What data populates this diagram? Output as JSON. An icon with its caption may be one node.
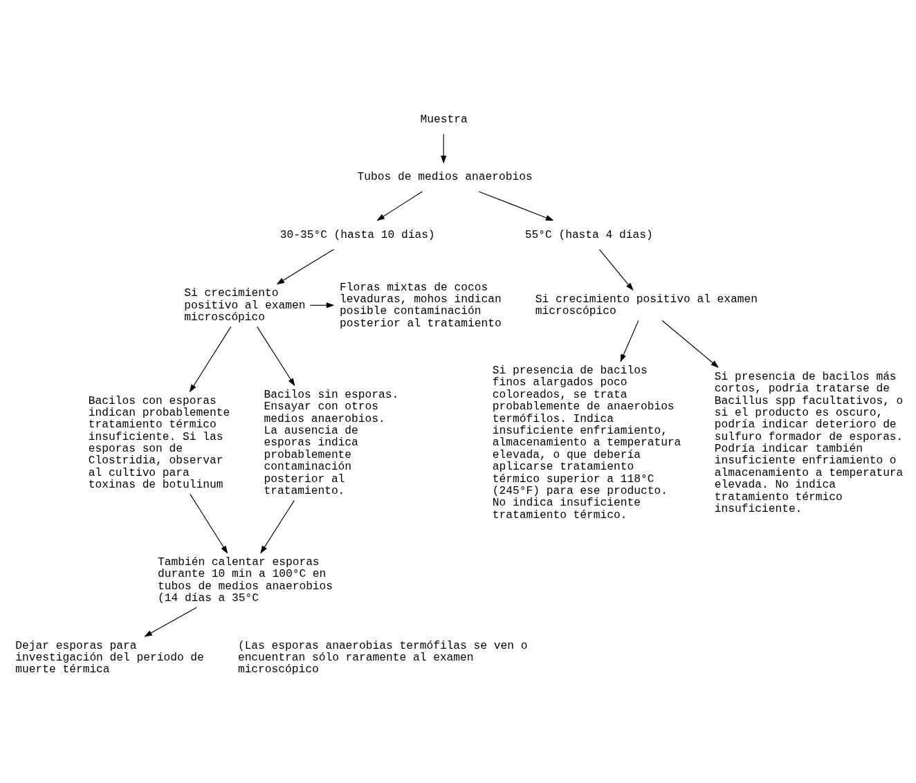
{
  "diagram": {
    "nodes": [
      {
        "text": [
          "Muestra"
        ]
      },
      {
        "text": [
          "Tubos de medios anaerobios"
        ]
      },
      {
        "text": [
          "30-35°C (hasta 10 días)"
        ]
      },
      {
        "text": [
          "55°C (hasta 4 días)"
        ]
      },
      {
        "text": [
          "Si crecimiento positivo al examen microscópico"
        ]
      },
      {
        "text": [
          "Floras mixtas de cocos levaduras, mohos indican posible contaminación posterior al tratamiento"
        ]
      },
      {
        "text": [
          "Si crecimiento positivo al examen microscópico"
        ]
      },
      {
        "text": [
          "Bacilos con esporas indican probablemente tratamiento térmico insuficiente. Si las esporas son de Clostridia, observar al cultivo para toxinas de botulinum"
        ]
      },
      {
        "text": [
          "Bacilos sin esporas. Ensayar con otros medios anaerobios. La ausencia de esporas indica probablemente contaminación posterior al tratamiento."
        ]
      },
      {
        "text": [
          "Si presencia de bacilos finos alargados poco coloreados, se trata probablemente de anaerobios termófilos. Indica insuficiente enfriamiento, almacenamiento a temperatura elevada, o que debería aplicarse tratamiento térmico superior a 118°C (245°F) para ese producto. No indica insuficiente tratamiento térmico."
        ]
      },
      {
        "text": [
          "Si presencia de bacilos más cortos, podría tratarse de Bacillus spp facultativos, o si el producto es oscuro, podría indicar deterioro de sulfuro formador de esporas. Podría indicar también insuficiente enfriamiento o almacenamiento a temperatura elevada. No indica tratamiento térmico insuficiente."
        ]
      },
      {
        "text": [
          "También calentar esporas durante 10 min a 100°C en tubos de medios anaerobios (14 días a 35°C"
        ]
      },
      {
        "text": [
          "Dejar esporas para investigación del período de muerte térmica"
        ]
      }
    ],
    "edges": [
      {
        "from": 0,
        "to": 1,
        "arrow": "to"
      },
      {
        "from": 1,
        "to": 2,
        "arrow": "to"
      },
      {
        "from": 1,
        "to": 3,
        "arrow": "to"
      },
      {
        "from": 2,
        "to": 4,
        "arrow": "to"
      },
      {
        "from": 4,
        "to": 5,
        "arrow": "to"
      },
      {
        "from": 3,
        "to": 6,
        "arrow": "to"
      },
      {
        "from": 4,
        "to": 7,
        "arrow": "to"
      },
      {
        "from": 4,
        "to": 8,
        "arrow": "to"
      },
      {
        "from": 6,
        "to": 9,
        "arrow": "to"
      },
      {
        "from": 6,
        "to": 10,
        "arrow": "to"
      },
      {
        "from": 7,
        "to": 11,
        "arrow": "to"
      },
      {
        "from": 8,
        "to": 11,
        "arrow": "to"
      },
      {
        "from": 11,
        "to": 12,
        "arrow": "to"
      }
    ],
    "labels": [
      "(Las esporas anaerobias termófilas se ven o encuentran sólo raramente al examen microscópico"
    ]
  }
}
